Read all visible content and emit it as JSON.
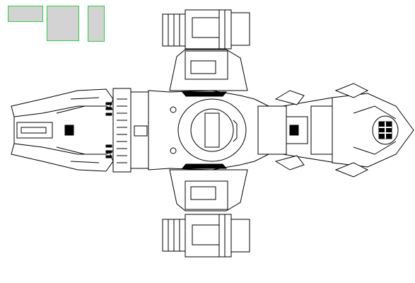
{
  "palette": {
    "swatch_fill": "#d3d3d3",
    "swatch_border": "#2ecc40",
    "line": "#000000",
    "background": "#ffffff"
  },
  "swatches": [
    {
      "name": "swatch-small-wide"
    },
    {
      "name": "swatch-square"
    },
    {
      "name": "swatch-tall-narrow"
    }
  ],
  "sprite": {
    "icon": "spaceship-top-down-icon",
    "parts": [
      "upper-engine-nacelle",
      "lower-engine-nacelle",
      "nose-section",
      "tail-section",
      "cockpit-dome"
    ]
  }
}
